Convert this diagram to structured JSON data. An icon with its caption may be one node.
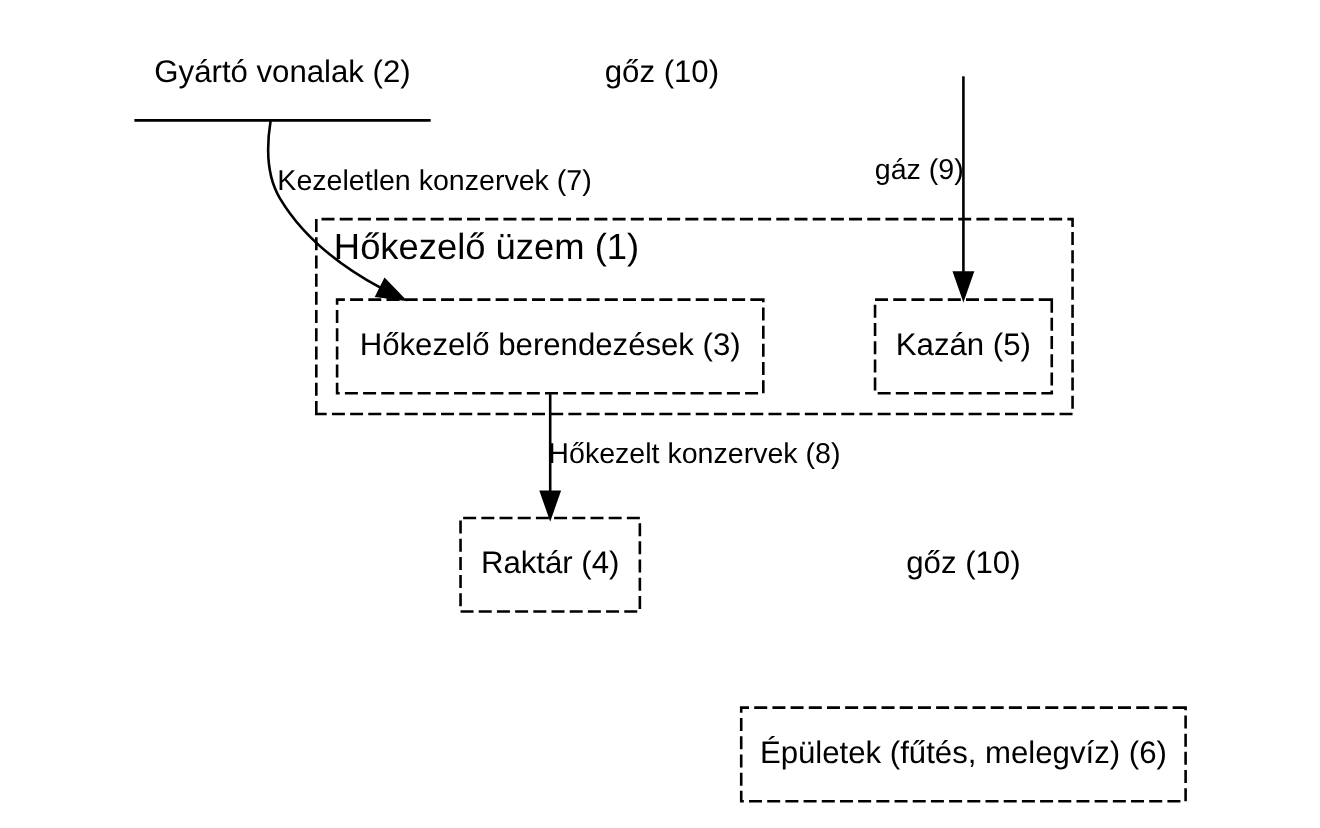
{
  "diagram": {
    "nodes": [
      {
        "text": [
          "Gyártó vonalak (2)"
        ]
      },
      {
        "text": [
          "Hőkezelő üzem (1)"
        ]
      },
      {
        "text": [
          "Kazán (5)"
        ],
        "in": 1
      },
      {
        "text": [
          "Hőkezelő berendezések (3)"
        ],
        "in": 1
      },
      {
        "text": [
          "Épületek (fűtés, melegvíz) (6)"
        ]
      },
      {
        "text": [
          "Raktár (4)"
        ]
      }
    ],
    "edges": [
      {
        "from": 0,
        "to": 3,
        "arrow": "to",
        "label": "Kezeletlen konzervek (7)"
      },
      {
        "from": null,
        "to": 2,
        "arrow": "to",
        "label": "gáz (9)"
      },
      {
        "from": 3,
        "to": 5,
        "arrow": "to",
        "label": "Hőkezelt konzervek (8)"
      }
    ],
    "labels": [
      "gőz (10)",
      "gőz (10)"
    ]
  }
}
